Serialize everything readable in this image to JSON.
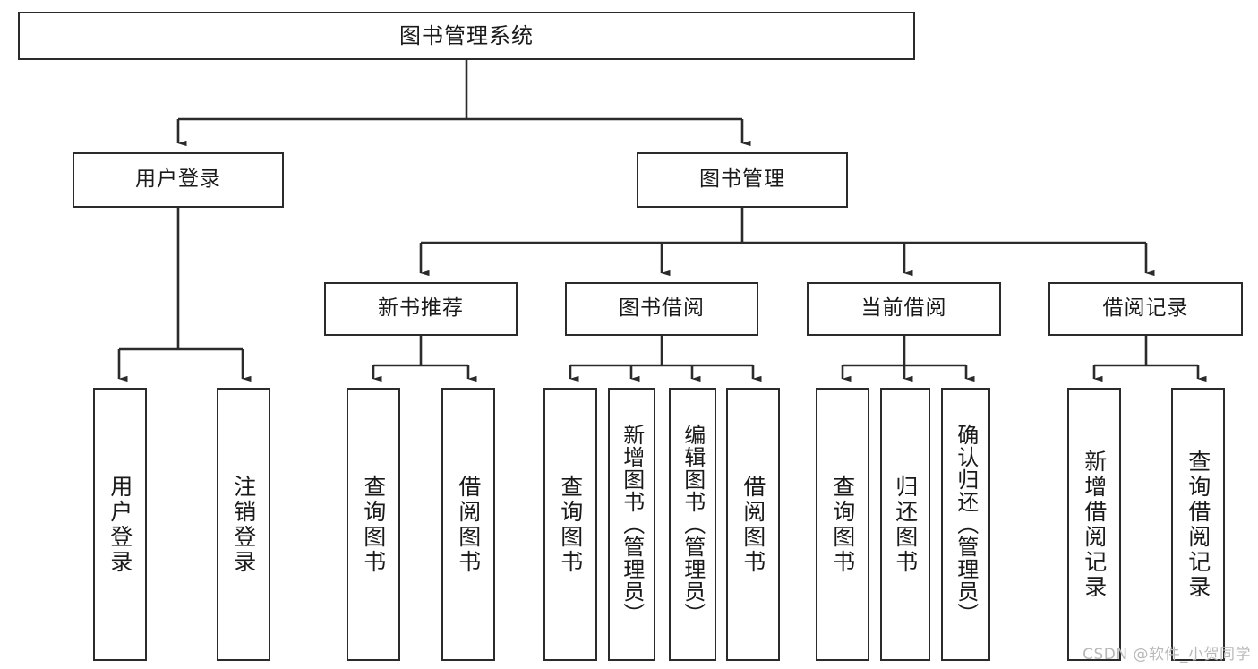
{
  "diagram": {
    "title": "图书管理系统",
    "type": "tree-hierarchy",
    "watermark": "CSDN @软件_小贺同学",
    "colors": {
      "border": "#2b2b2b",
      "background": "#ffffff",
      "text": "#1a1a1a",
      "edge": "#2b2b2b",
      "watermark": "#b8b8b8"
    }
  },
  "root": {
    "label": "图书管理系统"
  },
  "level2": [
    {
      "id": "user-login",
      "label": "用户登录"
    },
    {
      "id": "book-manage",
      "label": "图书管理"
    }
  ],
  "level3": [
    {
      "id": "new-book-recommend",
      "label": "新书推荐"
    },
    {
      "id": "book-borrow",
      "label": "图书借阅"
    },
    {
      "id": "current-borrow",
      "label": "当前借阅"
    },
    {
      "id": "borrow-record",
      "label": "借阅记录"
    }
  ],
  "leaves": {
    "user_login": [
      {
        "id": "leaf-user-login",
        "label": "用户登录"
      },
      {
        "id": "leaf-logout-login",
        "label": "注销登录"
      }
    ],
    "new_book_recommend": [
      {
        "id": "leaf-query-book-1",
        "label": "查询图书"
      },
      {
        "id": "leaf-borrow-book-1",
        "label": "借阅图书"
      }
    ],
    "book_borrow": [
      {
        "id": "leaf-query-book-2",
        "label": "查询图书"
      },
      {
        "id": "leaf-add-book",
        "label": "新增图书（管理员）"
      },
      {
        "id": "leaf-edit-book",
        "label": "编辑图书（管理员）"
      },
      {
        "id": "leaf-borrow-book-2",
        "label": "借阅图书"
      }
    ],
    "current_borrow": [
      {
        "id": "leaf-query-book-3",
        "label": "查询图书"
      },
      {
        "id": "leaf-return-book",
        "label": "归还图书"
      },
      {
        "id": "leaf-confirm-return",
        "label": "确认归还（管理员）"
      }
    ],
    "borrow_record": [
      {
        "id": "leaf-add-record",
        "label": "新增借阅记录"
      },
      {
        "id": "leaf-query-record",
        "label": "查询借阅记录"
      }
    ]
  }
}
